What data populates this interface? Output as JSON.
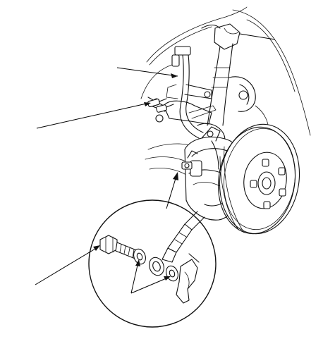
{
  "figure": {
    "colors": {
      "ink": "#111111",
      "background": "#ffffff"
    },
    "callouts": [
      {
        "id": "upper-right-leader",
        "points_to": "suspension-upper"
      },
      {
        "id": "brake-hose-leader",
        "points_to": "brake-hose"
      },
      {
        "id": "bleeder-leader",
        "points_to": "bleeder-screws"
      },
      {
        "id": "detail-arrow",
        "points_to": "hose-mount-on-caliper"
      },
      {
        "id": "banjo-bolt-leader",
        "points_to": "banjo-bolt"
      },
      {
        "id": "washers-arrows",
        "points_to": "sealing-washers"
      }
    ]
  }
}
